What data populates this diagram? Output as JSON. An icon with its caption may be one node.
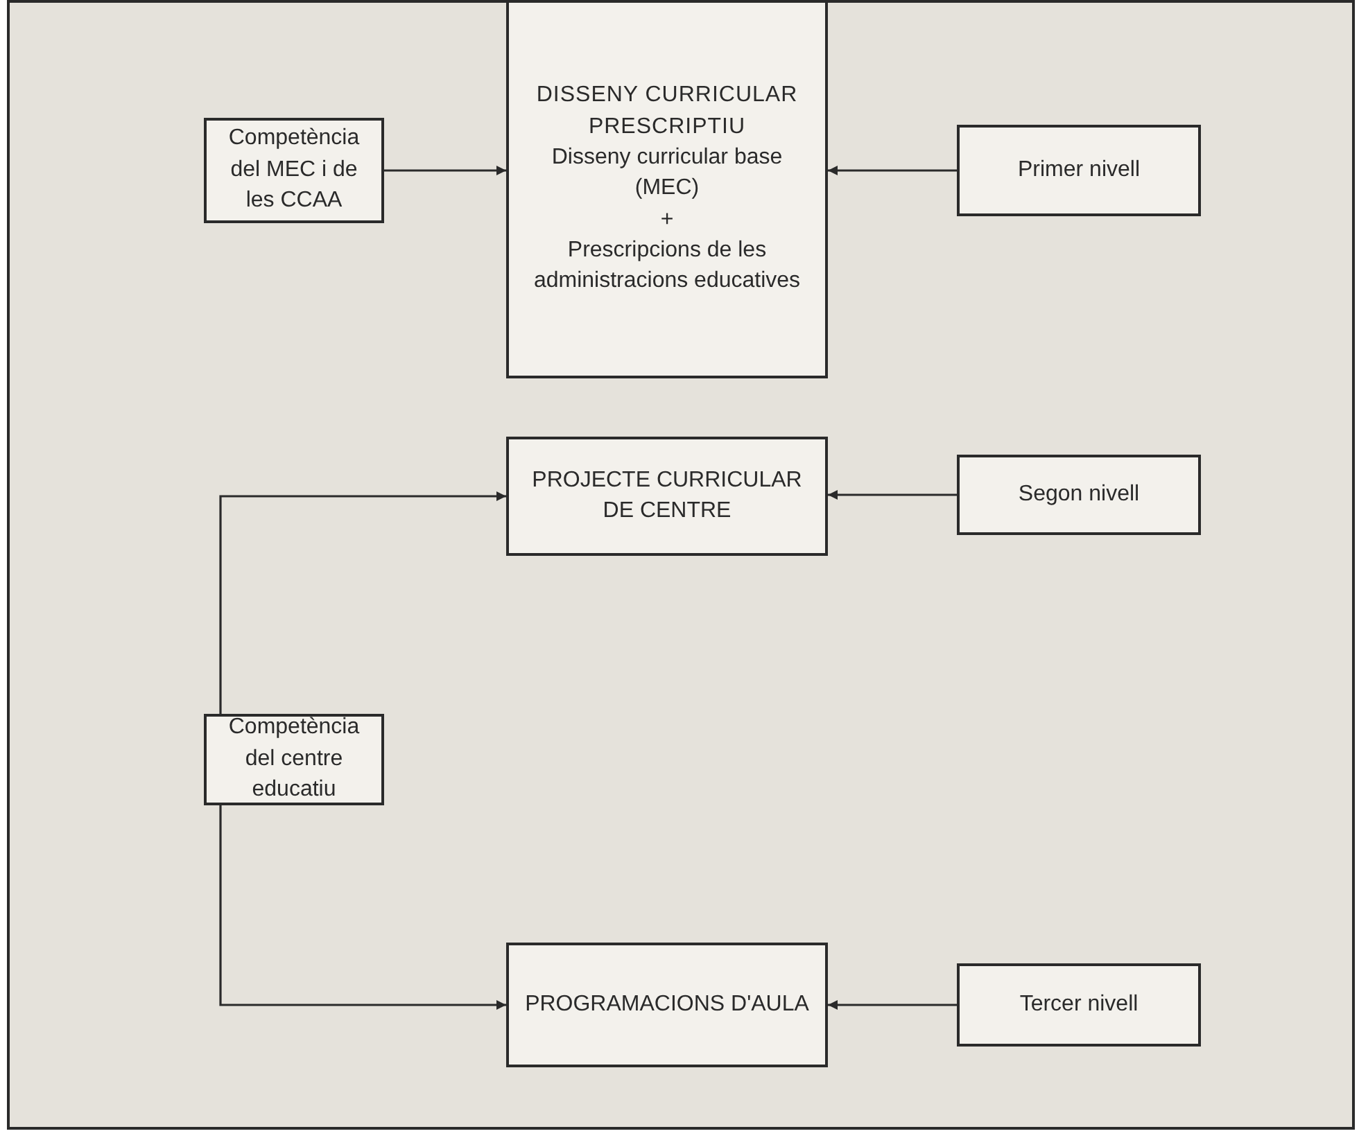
{
  "diagram": {
    "nodes": [
      {
        "text": [
          "Competència del MEC i de les CCAA"
        ]
      },
      {
        "text": [
          "DISSENY CURRICULAR PRESCRIPTIU",
          "Disseny curricular base (MEC)",
          "+",
          "Prescripcions de les administracions educatives"
        ]
      },
      {
        "text": [
          "Primer nivell"
        ]
      },
      {
        "text": [
          "PROJECTE CURRICULAR DE CENTRE"
        ]
      },
      {
        "text": [
          "Segon nivell"
        ]
      },
      {
        "text": [
          "Competència del centre educatiu"
        ]
      },
      {
        "text": [
          "PROGRAMACIONS D'AULA"
        ]
      },
      {
        "text": [
          "Tercer nivell"
        ]
      }
    ],
    "edges": [
      {
        "from": 0,
        "to": 1,
        "arrow": "to"
      },
      {
        "from": 2,
        "to": 1,
        "arrow": "to"
      },
      {
        "from": 5,
        "to": 3,
        "arrow": "to"
      },
      {
        "from": 4,
        "to": 3,
        "arrow": "to"
      },
      {
        "from": 5,
        "to": 6,
        "arrow": "to"
      },
      {
        "from": 7,
        "to": 6,
        "arrow": "to"
      }
    ]
  }
}
